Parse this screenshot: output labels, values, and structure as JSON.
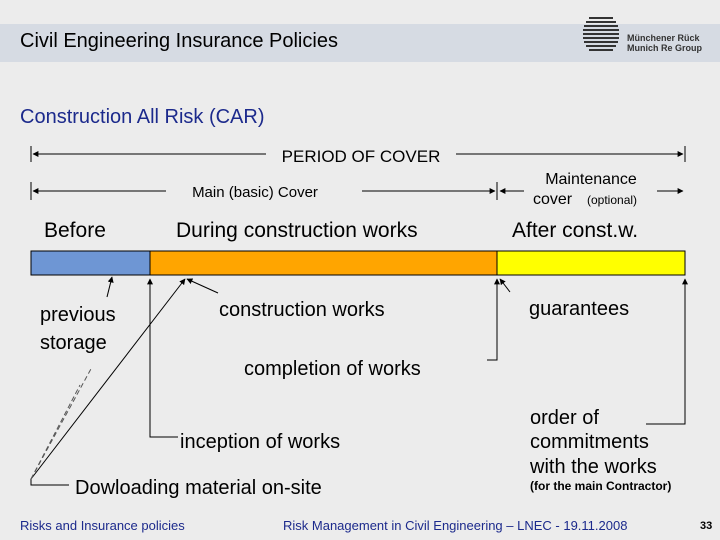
{
  "header": {
    "title": "Civil Engineering Insurance Policies",
    "logo_line1": "Münchener Rück",
    "logo_line2": "Munich Re Group"
  },
  "subtitle": "Construction All Risk  (CAR)",
  "diagram": {
    "period_label": "PERIOD OF COVER",
    "main_cover_label": "Main (basic) Cover",
    "maintenance_label": "Maintenance",
    "maintenance_cover": "cover",
    "maintenance_optional": "(optional)",
    "phase_before": "Before",
    "phase_during": "During construction works",
    "phase_after": "After const.w.",
    "phase_colors": {
      "before": "#6e96d4",
      "during": "#ffa500",
      "after": "#ffff00"
    },
    "label_previous": "previous",
    "label_storage": "storage",
    "label_construction_works": "construction works",
    "label_guarantees": "guarantees",
    "label_completion": "completion of works",
    "label_inception": "inception of works",
    "label_downloading": "Dowloading material on-site",
    "label_order_1": "order of",
    "label_order_2": "commitments",
    "label_order_3": "with the works",
    "label_main_contractor": "(for the main Contractor)"
  },
  "footer": {
    "left": "Risks and Insurance policies",
    "center": "Risk Management in Civil Engineering  –  LNEC - 19.11.2008",
    "page": "33"
  }
}
